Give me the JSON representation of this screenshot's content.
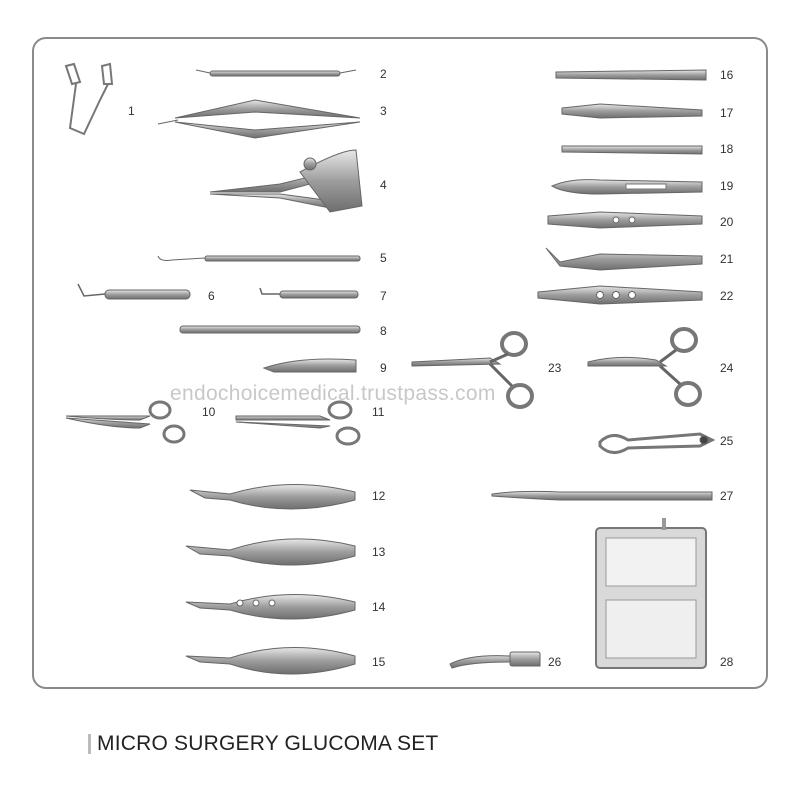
{
  "title": "MICRO SURGERY GLUCOMA SET",
  "watermark": "endochoicemedical.trustpass.com",
  "colors": {
    "metal": "#9a9a9a",
    "metal_dark": "#555555",
    "frame": "#8a8a8a",
    "watermark": "#c8c8c8"
  },
  "items": [
    {
      "n": "1",
      "name": "eye-speculum-icon"
    },
    {
      "n": "2",
      "name": "double-ended-hook-icon"
    },
    {
      "n": "3",
      "name": "spring-scissors-icon"
    },
    {
      "n": "4",
      "name": "castroviejo-caliper-icon"
    },
    {
      "n": "5",
      "name": "lens-hook-icon"
    },
    {
      "n": "6",
      "name": "knife-handle-icon"
    },
    {
      "n": "7",
      "name": "angled-hook-icon"
    },
    {
      "n": "8",
      "name": "blade-handle-icon"
    },
    {
      "n": "9",
      "name": "scalpel-blade-icon"
    },
    {
      "n": "10",
      "name": "curved-iris-scissors-icon"
    },
    {
      "n": "11",
      "name": "straight-iris-scissors-icon"
    },
    {
      "n": "12",
      "name": "vannas-scissors-icon"
    },
    {
      "n": "13",
      "name": "vannas-scissors-icon"
    },
    {
      "n": "14",
      "name": "vannas-scissors-icon"
    },
    {
      "n": "15",
      "name": "vannas-scissors-icon"
    },
    {
      "n": "16",
      "name": "tying-forceps-icon"
    },
    {
      "n": "17",
      "name": "tissue-forceps-icon"
    },
    {
      "n": "18",
      "name": "fine-forceps-icon"
    },
    {
      "n": "19",
      "name": "curved-forceps-icon"
    },
    {
      "n": "20",
      "name": "straight-forceps-icon"
    },
    {
      "n": "21",
      "name": "angled-forceps-icon"
    },
    {
      "n": "22",
      "name": "capsulorhexis-forceps-icon"
    },
    {
      "n": "23",
      "name": "needle-holder-icon"
    },
    {
      "n": "24",
      "name": "curved-needle-holder-icon"
    },
    {
      "n": "25",
      "name": "clamp-icon"
    },
    {
      "n": "26",
      "name": "cannula-icon"
    },
    {
      "n": "27",
      "name": "micro-forceps-icon"
    },
    {
      "n": "28",
      "name": "sterilization-tray-icon"
    }
  ]
}
